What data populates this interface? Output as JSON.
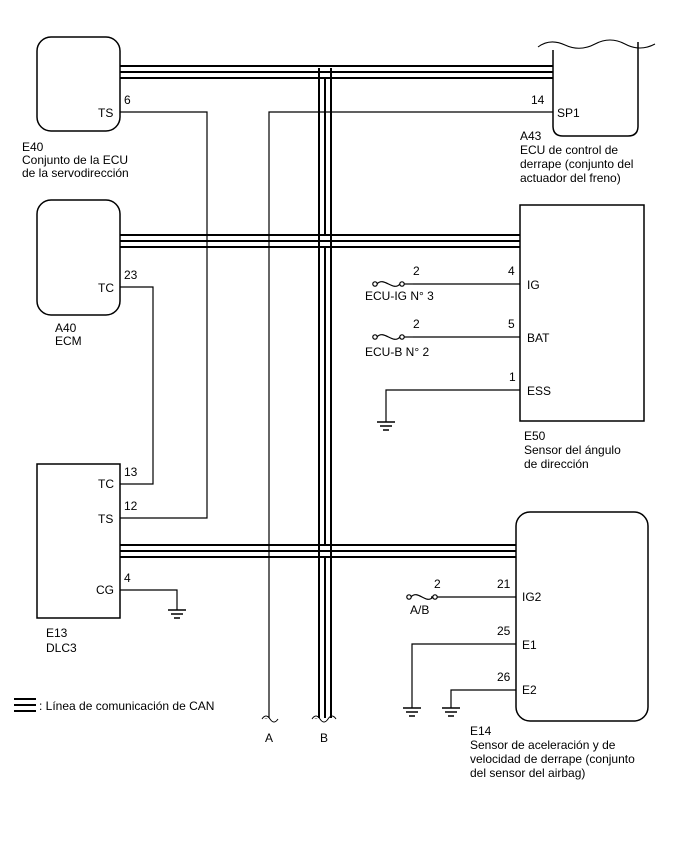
{
  "components": {
    "e40": {
      "code": "E40",
      "name_line1": "Conjunto de la ECU",
      "name_line2": "de la servodirección",
      "pin_ts_label": "TS",
      "pin_ts_num": "6"
    },
    "a43": {
      "code": "A43",
      "name_line1": "ECU de control de",
      "name_line2": "derrape (conjunto del",
      "name_line3": "actuador del freno)",
      "pin_sp1_label": "SP1",
      "pin_sp1_num": "14"
    },
    "a40": {
      "code": "A40",
      "name_line1": "ECM",
      "pin_tc_label": "TC",
      "pin_tc_num": "23"
    },
    "e50": {
      "code": "E50",
      "name_line1": "Sensor del ángulo",
      "name_line2": "de dirección",
      "pin_ig_label": "IG",
      "pin_ig_num": "4",
      "pin_bat_label": "BAT",
      "pin_bat_num": "5",
      "pin_ess_label": "ESS",
      "pin_ess_num": "1",
      "fuse_ig_label": "ECU-IG N° 3",
      "fuse_ig_num": "2",
      "fuse_b_label": "ECU-B N° 2",
      "fuse_b_num": "2"
    },
    "e13": {
      "code": "E13",
      "name_line1": "DLC3",
      "pin_tc_label": "TC",
      "pin_tc_num": "13",
      "pin_ts_label": "TS",
      "pin_ts_num": "12",
      "pin_cg_label": "CG",
      "pin_cg_num": "4"
    },
    "e14": {
      "code": "E14",
      "name_line1": "Sensor de aceleración y de",
      "name_line2": "velocidad de derrape (conjunto",
      "name_line3": "del sensor del airbag)",
      "pin_ig2_label": "IG2",
      "pin_ig2_num": "21",
      "pin_e1_label": "E1",
      "pin_e1_num": "25",
      "pin_e2_label": "E2",
      "pin_e2_num": "26",
      "fuse_label": "A/B",
      "fuse_num": "2"
    }
  },
  "legend": {
    "can_line": ": Línea de comunicación de CAN"
  },
  "buses": {
    "a_label": "A",
    "b_label": "B"
  }
}
